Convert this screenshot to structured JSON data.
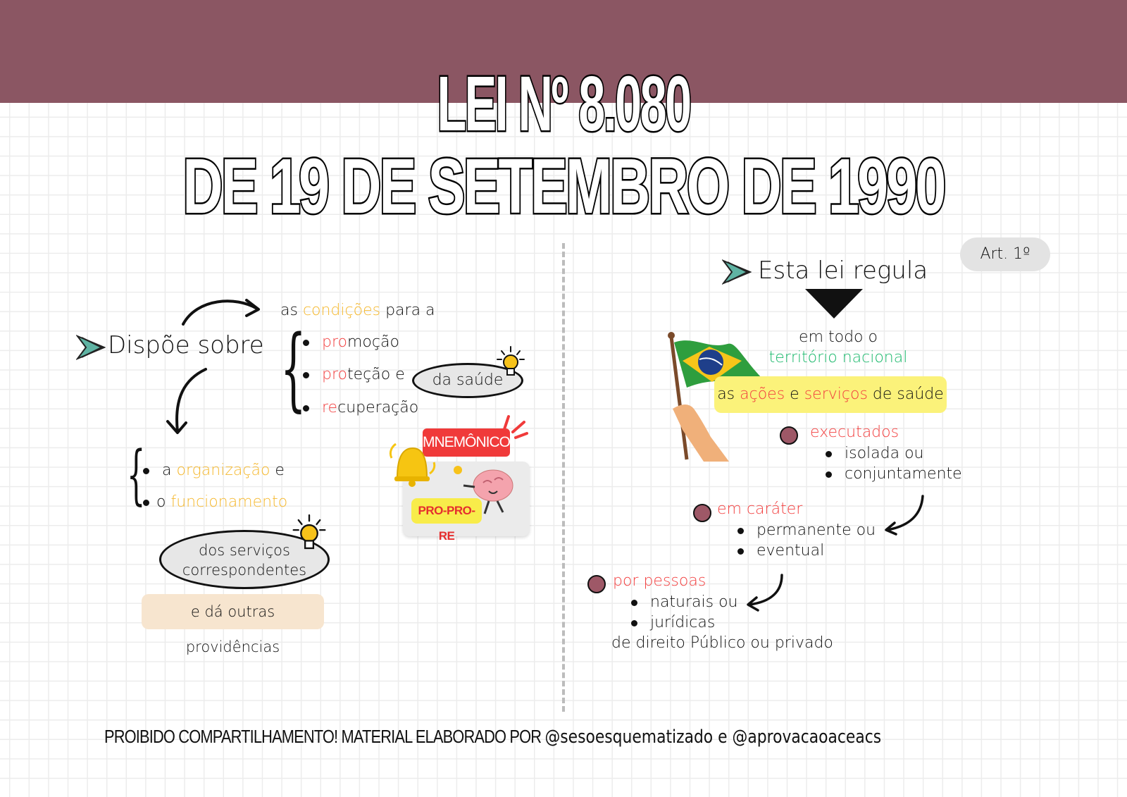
{
  "header": {
    "title_line1": "LEI Nº 8.080",
    "title_line2": "DE 19 DE SETEMBRO DE 1990",
    "band_color": "#8b5663"
  },
  "left": {
    "heading": "Dispõe sobre",
    "conditions": {
      "prefix": "as ",
      "highlight": "condições",
      "suffix": " para a"
    },
    "pillars": [
      {
        "accent": "pro",
        "rest": "moção"
      },
      {
        "accent": "pro",
        "rest": "teção e"
      },
      {
        "accent": "re",
        "rest": "cuperação"
      }
    ],
    "health_label": "da saúde",
    "mnemonic": {
      "label": "MNEMÔNICO",
      "code": "PRO-PRO-RE"
    },
    "org": [
      {
        "prefix": "a ",
        "highlight": "organização",
        "suffix": " e"
      },
      {
        "prefix": "o ",
        "highlight": "funcionamento",
        "suffix": ""
      }
    ],
    "services_line1": "dos serviços",
    "services_line2": "correspondentes",
    "other_provisions": "e dá outras providências"
  },
  "right": {
    "article_badge": "Art. 1º",
    "heading": "Esta lei regula",
    "scope_line1": "em todo o",
    "scope_line2": "território nacional",
    "actions": {
      "p1": "as ",
      "h1": "ações",
      "p2": " e ",
      "h2": "serviços",
      "p3": " de saúde"
    },
    "executed": {
      "label": "executados",
      "items": [
        "isolada ou",
        "conjuntamente"
      ]
    },
    "character": {
      "label": "em caráter",
      "items": [
        "permanente ou",
        "eventual"
      ]
    },
    "persons": {
      "label": "por pessoas",
      "items": [
        "naturais ou",
        "jurídicas"
      ],
      "footer": "de direito Público ou privado"
    }
  },
  "footer": {
    "notice": "PROIBIDO COMPARTILHAMENTO!  MATERIAL ELABORADO POR ",
    "handles": "@sesoesquematizado e @aprovacaoaceacs"
  },
  "colors": {
    "accent_orange": "#f5b82e",
    "accent_red": "#f23f3f",
    "accent_green": "#1ab86b",
    "dot_color": "#9e5867",
    "highlight_yellow": "#fbf27a",
    "note_beige": "#f7e5cf"
  }
}
